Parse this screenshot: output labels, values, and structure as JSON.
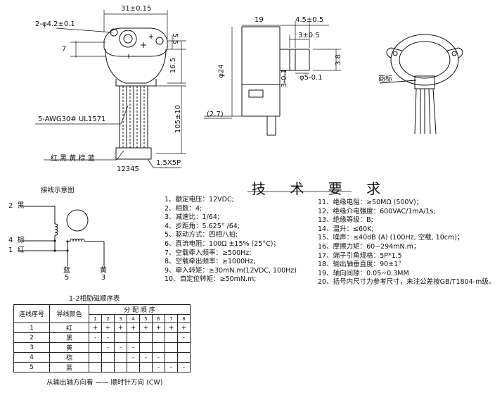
{
  "front_view": {
    "width_dim": "31±0.15",
    "hole_dim": "2-φ4.2±0.1",
    "height_dim": "7",
    "dim_5_5": "5.5",
    "dim_16_5": "16.5",
    "wire_spec": "5-AWG30# UL1571",
    "wire_colors": "红.黑.黄.棕.蓝",
    "length_dim": "105±10",
    "connector": "1.5X5P",
    "pin_numbers": "12345"
  },
  "side_view": {
    "depth_dim": "19",
    "shaft_len_dim": "4.5±0.5",
    "shaft_step_dim": "3±0.5",
    "diameter_dim": "φ24",
    "flat_dim": "3-0.1",
    "shaft_dia_dim": "φ5-0.1",
    "flat_height_dim": "3.8",
    "offset_dim": "(2.7)"
  },
  "photo_view": {
    "trademark_label": "商标"
  },
  "wiring": {
    "title": "接线示意图",
    "pins": [
      {
        "num": "2",
        "color": "黑"
      },
      {
        "num": "4",
        "color": "棕"
      },
      {
        "num": "1",
        "color": "红"
      },
      {
        "num": "5",
        "color": "蓝"
      },
      {
        "num": "3",
        "color": "黄"
      }
    ],
    "sequence_title": "1-2相励磁顺序表"
  },
  "tech": {
    "title": "技 术 要 求",
    "left_items": [
      "1、额定电压：12VDC;",
      "2、相数：4;",
      "3、减速比：1/64;",
      "4、步距角：5.625° /64;",
      "5、驱动方式：四相八拍;",
      "6、直流电阻：100Ω ±15% (25°C)；",
      "7、空载牵入频率：≥500Hz;",
      "8、空载牵出频率：≥1000Hz;",
      "9、牵入转矩：≥30mN.m(12VDC, 100Hz)",
      "10、自定位转矩：≥50mN.m;"
    ],
    "right_items": [
      "11、绝缘电阻：≥50MΩ (500V)；",
      "12、绝缘介电强度：600VAC/1mA/1s;",
      "13、绝缘等级：B;",
      "14、温升：≤60K;",
      "15、噪声：≤40dB (A) (100Hz, 空载, 10cm)；",
      "16、摩擦力矩：60~294mN.m；",
      "17、端子引角规格：5P*1.5",
      "18、输出轴垂直度：90±1°",
      "19、轴向间隙：0.05~0.3MM",
      "20、括号内尺寸为参考尺寸，未注公差按GB/T1804-m级。"
    ]
  },
  "sequence_table": {
    "col_seq": "连线序号",
    "col_color": "导线颜色",
    "col_dist": "分 配 顺 序",
    "steps": [
      "1",
      "2",
      "3",
      "4",
      "5",
      "6",
      "7",
      "8"
    ],
    "rows": [
      {
        "seq": "1",
        "color": "红",
        "cells": [
          "+",
          "+",
          "+",
          "+",
          "+",
          "+",
          "+",
          "+"
        ]
      },
      {
        "seq": "2",
        "color": "黑",
        "cells": [
          "-",
          "-",
          "",
          "",
          "",
          "",
          "",
          "-"
        ]
      },
      {
        "seq": "3",
        "color": "黄",
        "cells": [
          "",
          "-",
          "-",
          "-",
          "",
          "",
          "",
          ""
        ]
      },
      {
        "seq": "4",
        "color": "棕",
        "cells": [
          "",
          "",
          "",
          "-",
          "-",
          "-",
          "",
          ""
        ]
      },
      {
        "seq": "5",
        "color": "蓝",
        "cells": [
          "",
          "",
          "",
          "",
          "",
          "-",
          "-",
          "-"
        ]
      }
    ],
    "footer": "从输出轴方向看 —— 顺时针方向 (CW)"
  },
  "colors": {
    "line": "#111111",
    "background": "#ffffff"
  }
}
